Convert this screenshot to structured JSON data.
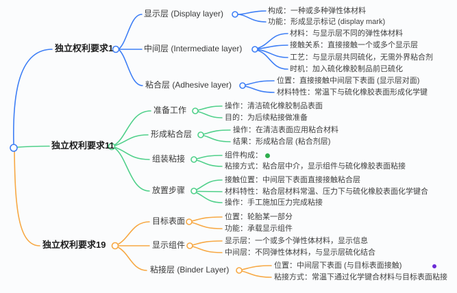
{
  "diagram_type": "mindmap",
  "colors": {
    "claim1_branch": "#3d7ef5",
    "claim11_branch": "#4fd08a",
    "claim19_branch": "#f7a843",
    "component_marker_dot": "#2fae4e",
    "stray_marker_dot": "#6b2bd6",
    "text": "#3f3f3f"
  },
  "claims": [
    {
      "label": "独立权利要求1",
      "branches": [
        {
          "label": "显示层 (Display layer)",
          "leaves": [
            "构成：一种或多种弹性体材料",
            "功能：形成显示标记 (display mark)"
          ]
        },
        {
          "label": "中间层 (Intermediate layer)",
          "leaves": [
            "材料：与显示层不同的弹性体材料",
            "接触关系：直接接触一个或多个显示层",
            "工艺：与显示层共同硫化，无需外界粘合剂",
            "时机：加入硫化橡胶制品前已硫化"
          ]
        },
        {
          "label": "粘合层 (Adhesive layer)",
          "leaves": [
            "位置：直接接触中间层下表面 (显示层对面)",
            "材料特性：常温下与硫化橡胶表面形成化学键"
          ]
        }
      ]
    },
    {
      "label": "独立权利要求11",
      "branches": [
        {
          "label": "准备工作",
          "leaves": [
            "操作：清洁硫化橡胶制品表面",
            "目的：为后续粘接做准备"
          ]
        },
        {
          "label": "形成粘合层",
          "leaves": [
            "操作：在清洁表面应用粘合材料",
            "结果：形成粘合层 (粘合剂层)"
          ]
        },
        {
          "label": "组装粘接",
          "leaves": [
            "组件构成：",
            "粘接方式：粘合层中介，显示组件与硫化橡胶表面粘接"
          ]
        },
        {
          "label": "放置步骤",
          "leaves": [
            "接触位置：中间层下表面直接接触粘合层",
            "材料特性：粘合层材料常温、压力下与硫化橡胶表面化学键合",
            "操作：手工施加压力完成粘接"
          ]
        }
      ]
    },
    {
      "label": "独立权利要求19",
      "branches": [
        {
          "label": "目标表面",
          "leaves": [
            "位置：轮胎某一部分",
            "功能：承载显示组件"
          ]
        },
        {
          "label": "显示组件",
          "leaves": [
            "显示层：一个或多个弹性体材料，显示信息",
            "中间层：不同弹性体材料，与显示层硫化结合"
          ]
        },
        {
          "label": "粘接层 (Binder Layer)",
          "leaves": [
            "位置：中间层下表面 (与目标表面接触)",
            "粘接方式：常温下通过化学键合材料与目标表面粘接"
          ]
        }
      ]
    }
  ]
}
